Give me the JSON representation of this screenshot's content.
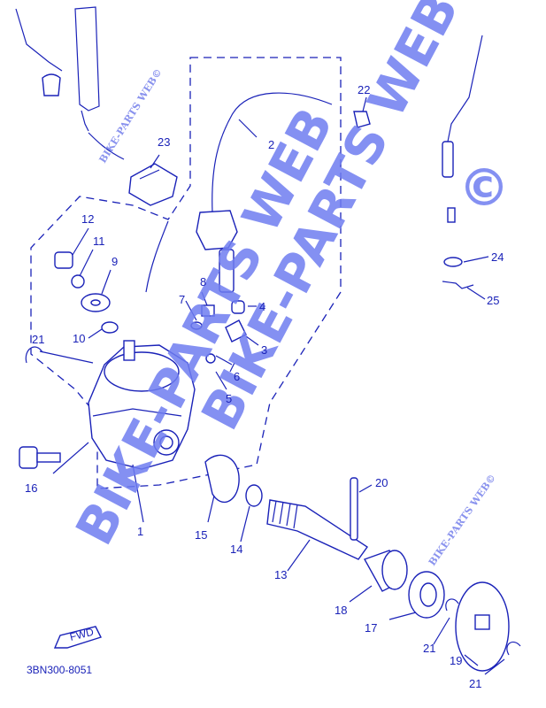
{
  "diagram": {
    "code": "3BN300-8051",
    "fwd": "FWD",
    "watermarks": {
      "main_1": "BIKE-PARTS WEB",
      "main_2": "BIKE-PARTS WEB",
      "small_1": "BIKE-PARTS WEB©",
      "small_2": "BIKE-PARTS WEB©",
      "copyright": "©"
    },
    "labels": [
      "1",
      "2",
      "3",
      "4",
      "5",
      "6",
      "7",
      "8",
      "9",
      "10",
      "11",
      "12",
      "13",
      "14",
      "15",
      "16",
      "17",
      "18",
      "19",
      "20",
      "21",
      "21",
      "22",
      "23",
      "24",
      "25",
      "26"
    ],
    "color": "#1a22b8",
    "watermark_color": "#6f7cf0"
  }
}
